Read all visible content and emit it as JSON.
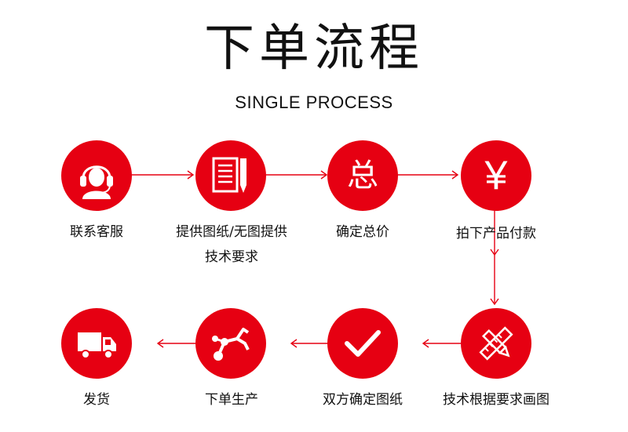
{
  "header": {
    "title": "下单流程",
    "subtitle": "SINGLE PROCESS"
  },
  "colors": {
    "accent": "#e60012",
    "text": "#111111",
    "background": "#ffffff"
  },
  "steps": [
    {
      "label": "联系客服",
      "icon": "headset-support-icon"
    },
    {
      "label": "提供图纸/无图提供",
      "label2": "技术要求",
      "icon": "document-pen-icon"
    },
    {
      "label": "确定总价",
      "icon": "total-character-icon",
      "glyph": "总"
    },
    {
      "label": "拍下产品付款",
      "icon": "yen-icon",
      "glyph": "¥"
    },
    {
      "label": "技术根据要求画图",
      "icon": "ruler-pencil-icon"
    },
    {
      "label": "双方确定图纸",
      "icon": "checkmark-icon"
    },
    {
      "label": "下单生产",
      "icon": "robot-arm-icon"
    },
    {
      "label": "发货",
      "icon": "delivery-truck-icon"
    }
  ]
}
